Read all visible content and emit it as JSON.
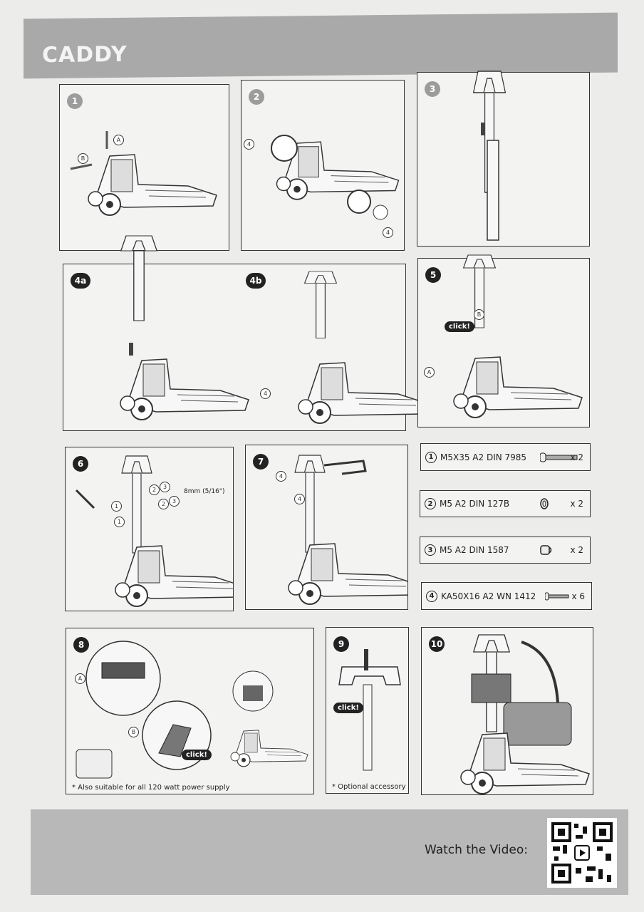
{
  "header": {
    "title": "CADDY"
  },
  "steps": {
    "s1": "1",
    "s2": "2",
    "s3": "3",
    "s4a": "4a",
    "s4b": "4b",
    "s5": "5",
    "s6": "6",
    "s7": "7",
    "s8": "8",
    "s9": "9",
    "s10": "10"
  },
  "callouts": {
    "a": "A",
    "b": "B",
    "one": "1",
    "two": "2",
    "three": "3",
    "four": "4",
    "click": "click!",
    "wrench": "8mm (5/16\")"
  },
  "parts": [
    {
      "num": "1",
      "name": "M5X35 A2 DIN 7985",
      "qty": "x 2",
      "icon": "screw-icon"
    },
    {
      "num": "2",
      "name": "M5 A2 DIN 127B",
      "qty": "x 2",
      "icon": "washer-icon"
    },
    {
      "num": "3",
      "name": "M5 A2 DIN 1587",
      "qty": "x 2",
      "icon": "nut-icon"
    },
    {
      "num": "4",
      "name": "KA50X16 A2 WN 1412",
      "qty": "x 6",
      "icon": "screw-icon"
    }
  ],
  "notes": {
    "step8": "* Also suitable for all 120 watt power supply",
    "step9": "* Optional accessory"
  },
  "footer": {
    "watch": "Watch the Video:",
    "qr_icon": "youtube-play-icon"
  }
}
